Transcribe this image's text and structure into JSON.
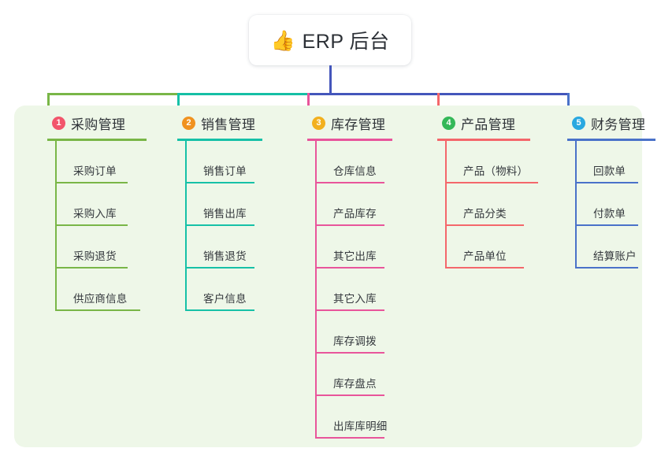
{
  "root": {
    "icon": "thumbs-up-icon",
    "icon_glyph": "👍",
    "title": "ERP 后台"
  },
  "colors": {
    "panel_bg": "#eef7e8",
    "root_stem": "#4456bb",
    "trunk_left": "#79b647",
    "trunk_mid": "#15bfa5",
    "trunk_right": "#4456bb",
    "col1": "#79b647",
    "col2": "#16c1a7",
    "col3": "#e8559b",
    "col4": "#f4676b",
    "col5": "#4a72c9",
    "badge1": "#f2556b",
    "badge2": "#f0921f",
    "badge3": "#f2b01e",
    "badge4": "#34b858",
    "badge5": "#29a8e0",
    "text": "#2f3338"
  },
  "columns": [
    {
      "index": "1",
      "badge_color": "#f2556b",
      "line_color": "#79b647",
      "title": "采购管理",
      "items": [
        "采购订单",
        "采购入库",
        "采购退货",
        "供应商信息"
      ]
    },
    {
      "index": "2",
      "badge_color": "#f0921f",
      "line_color": "#16c1a7",
      "title": "销售管理",
      "items": [
        "销售订单",
        "销售出库",
        "销售退货",
        "客户信息"
      ]
    },
    {
      "index": "3",
      "badge_color": "#f2b01e",
      "line_color": "#e8559b",
      "title": "库存管理",
      "items": [
        "仓库信息",
        "产品库存",
        "其它出库",
        "其它入库",
        "库存调拨",
        "库存盘点",
        "出库库明细"
      ]
    },
    {
      "index": "4",
      "badge_color": "#34b858",
      "line_color": "#f4676b",
      "title": "产品管理",
      "items": [
        "产品（物料）",
        "产品分类",
        "产品单位"
      ]
    },
    {
      "index": "5",
      "badge_color": "#29a8e0",
      "line_color": "#4a72c9",
      "title": "财务管理",
      "items": [
        "回款单",
        "付款单",
        "结算账户"
      ]
    }
  ]
}
